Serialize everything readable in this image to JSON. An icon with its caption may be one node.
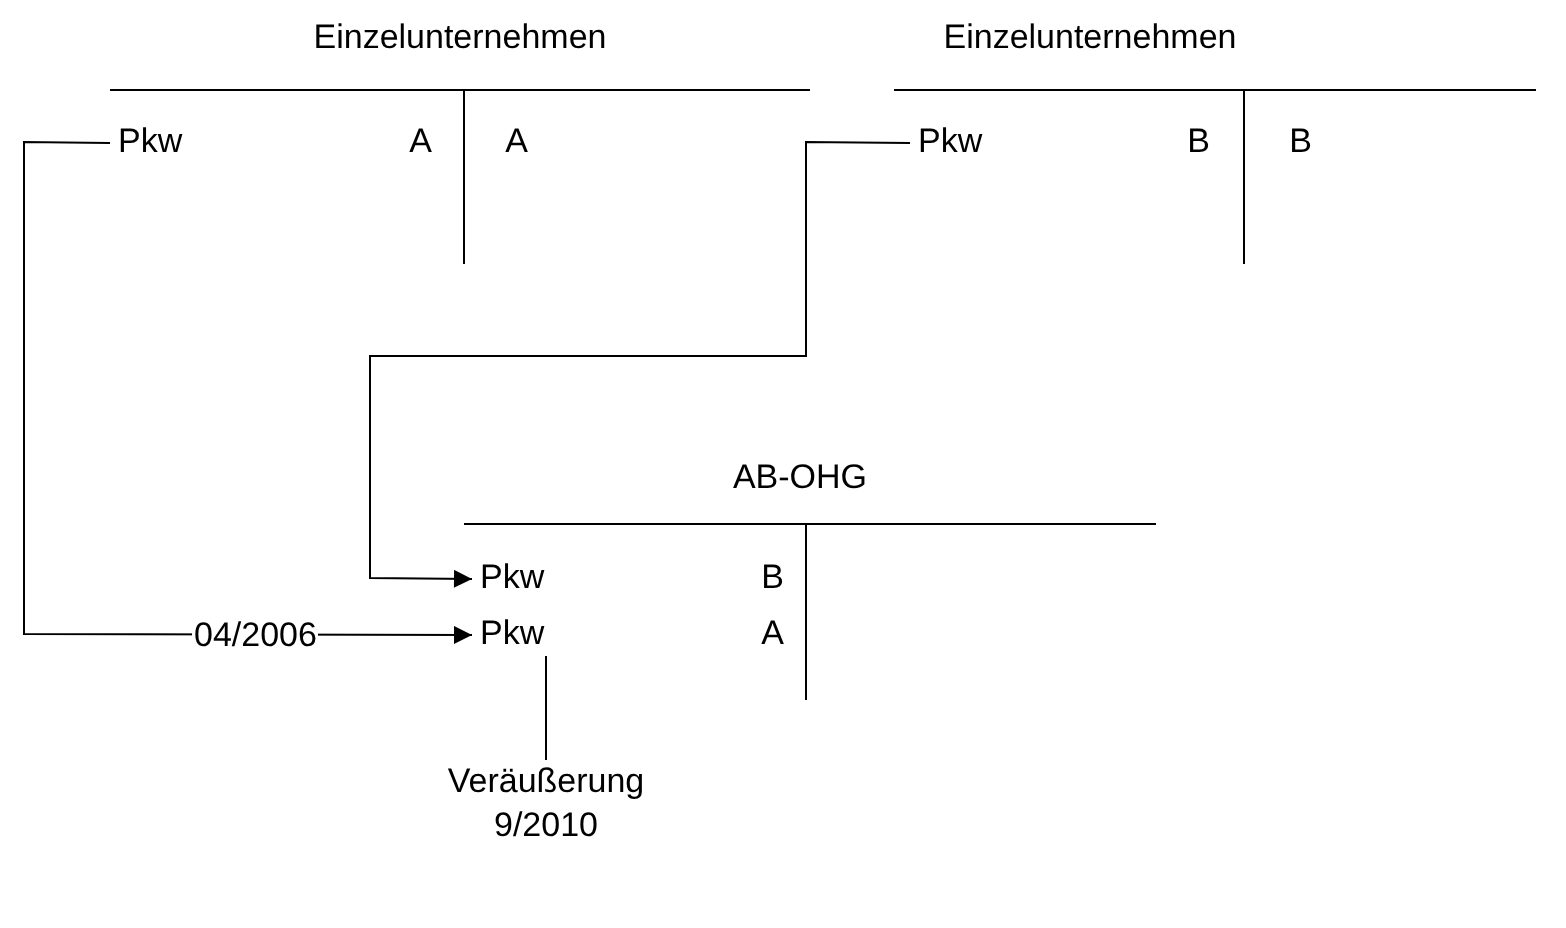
{
  "diagram": {
    "nodes": [
      {
        "text": [
          "Einzelunternehmen"
        ]
      },
      {
        "text": [
          "Pkw",
          "A"
        ],
        "in": 0
      },
      {
        "text": [
          "A"
        ],
        "in": 0
      },
      {
        "text": [
          "Einzelunternehmen"
        ]
      },
      {
        "text": [
          "Pkw",
          "B"
        ],
        "in": 3
      },
      {
        "text": [
          "B"
        ],
        "in": 3
      },
      {
        "text": [
          "AB-OHG"
        ]
      },
      {
        "text": [
          "Pkw",
          "B"
        ],
        "in": 6
      },
      {
        "text": [
          "Pkw",
          "A"
        ],
        "in": 6
      },
      {
        "text": [
          "Veräußerung 9/2010"
        ]
      }
    ],
    "edges": [
      {
        "from": 1,
        "to": 8,
        "arrow": "to",
        "label": "04/2006"
      },
      {
        "from": 4,
        "to": 7,
        "arrow": "to"
      },
      {
        "from": 9,
        "to": 8,
        "arrow": "none"
      }
    ]
  }
}
